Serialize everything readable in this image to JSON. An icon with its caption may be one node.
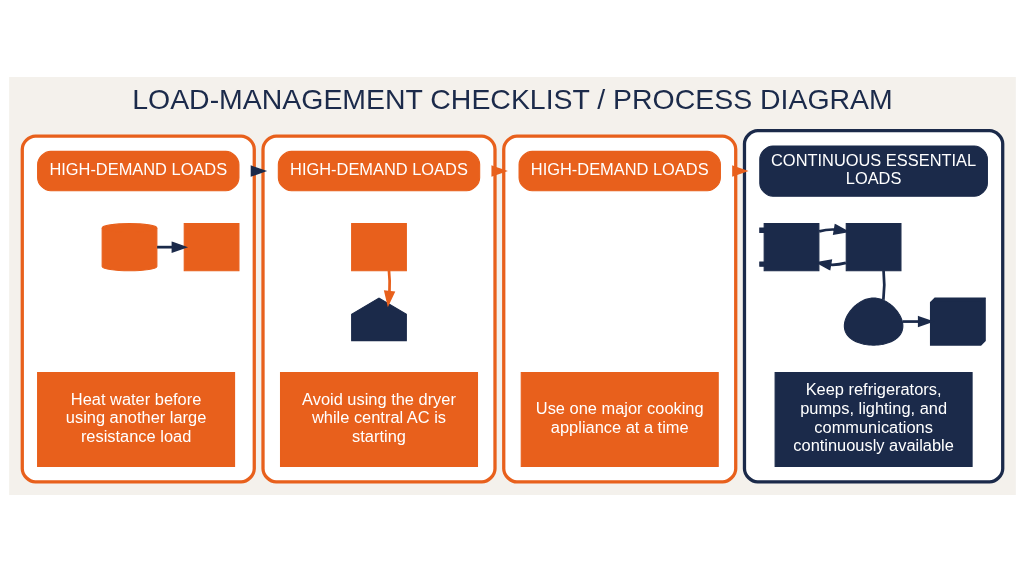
{
  "diagram": {
    "title": "LOAD-MANAGEMENT CHECKLIST / PROCESS DIAGRAM",
    "nodes": [
      {
        "text": [],
        "shape": "box"
      },
      {
        "text": [
          "HIGH-DEMAND LOADS"
        ],
        "in": 0
      },
      {
        "text": [],
        "shape": "cylinder",
        "in": 0
      },
      {
        "text": [],
        "shape": "box",
        "in": 0
      },
      {
        "text": [
          "Heat water before using another large resistance load"
        ],
        "in": 0
      },
      {
        "text": [],
        "shape": "box"
      },
      {
        "text": [
          "HIGH-DEMAND LOADS"
        ],
        "in": 5
      },
      {
        "text": [],
        "shape": "box",
        "in": 5
      },
      {
        "text": [],
        "shape": "house",
        "in": 5
      },
      {
        "text": [
          "Avoid using the dryer while central AC is starting"
        ],
        "in": 5
      },
      {
        "text": [],
        "shape": "box"
      },
      {
        "text": [
          "HIGH-DEMAND LOADS"
        ],
        "in": 10
      },
      {
        "text": [
          "Use one major cooking appliance at a time"
        ],
        "in": 10
      },
      {
        "text": [],
        "shape": "box"
      },
      {
        "text": [
          "CONTINUOUS ESSENTIAL LOADS"
        ],
        "in": 13
      },
      {
        "text": [],
        "shape": "box",
        "in": 13
      },
      {
        "text": [],
        "shape": "pump",
        "in": 13
      },
      {
        "text": [],
        "shape": "bulb",
        "in": 13
      },
      {
        "text": [],
        "shape": "router",
        "in": 13
      },
      {
        "text": [
          "Keep refrigerators, pumps, lighting, and communications continuously available"
        ],
        "in": 13
      }
    ],
    "edges": [
      {
        "from": 2,
        "to": 3,
        "arrow": "to"
      },
      {
        "from": 7,
        "to": 8,
        "arrow": "to",
        "color": "#e8601c"
      },
      {
        "from": 0,
        "to": 5,
        "arrow": "to"
      },
      {
        "from": 5,
        "to": 10,
        "arrow": "to",
        "color": "#e8601c"
      },
      {
        "from": 10,
        "to": 13,
        "arrow": "to",
        "color": "#e8601c"
      },
      {
        "from": 15,
        "to": 16,
        "arrow": "to"
      },
      {
        "from": 16,
        "to": 15,
        "arrow": "to"
      },
      {
        "from": 15,
        "to": 17,
        "arrow": "none"
      },
      {
        "from": 17,
        "to": 18,
        "arrow": "to"
      }
    ]
  }
}
